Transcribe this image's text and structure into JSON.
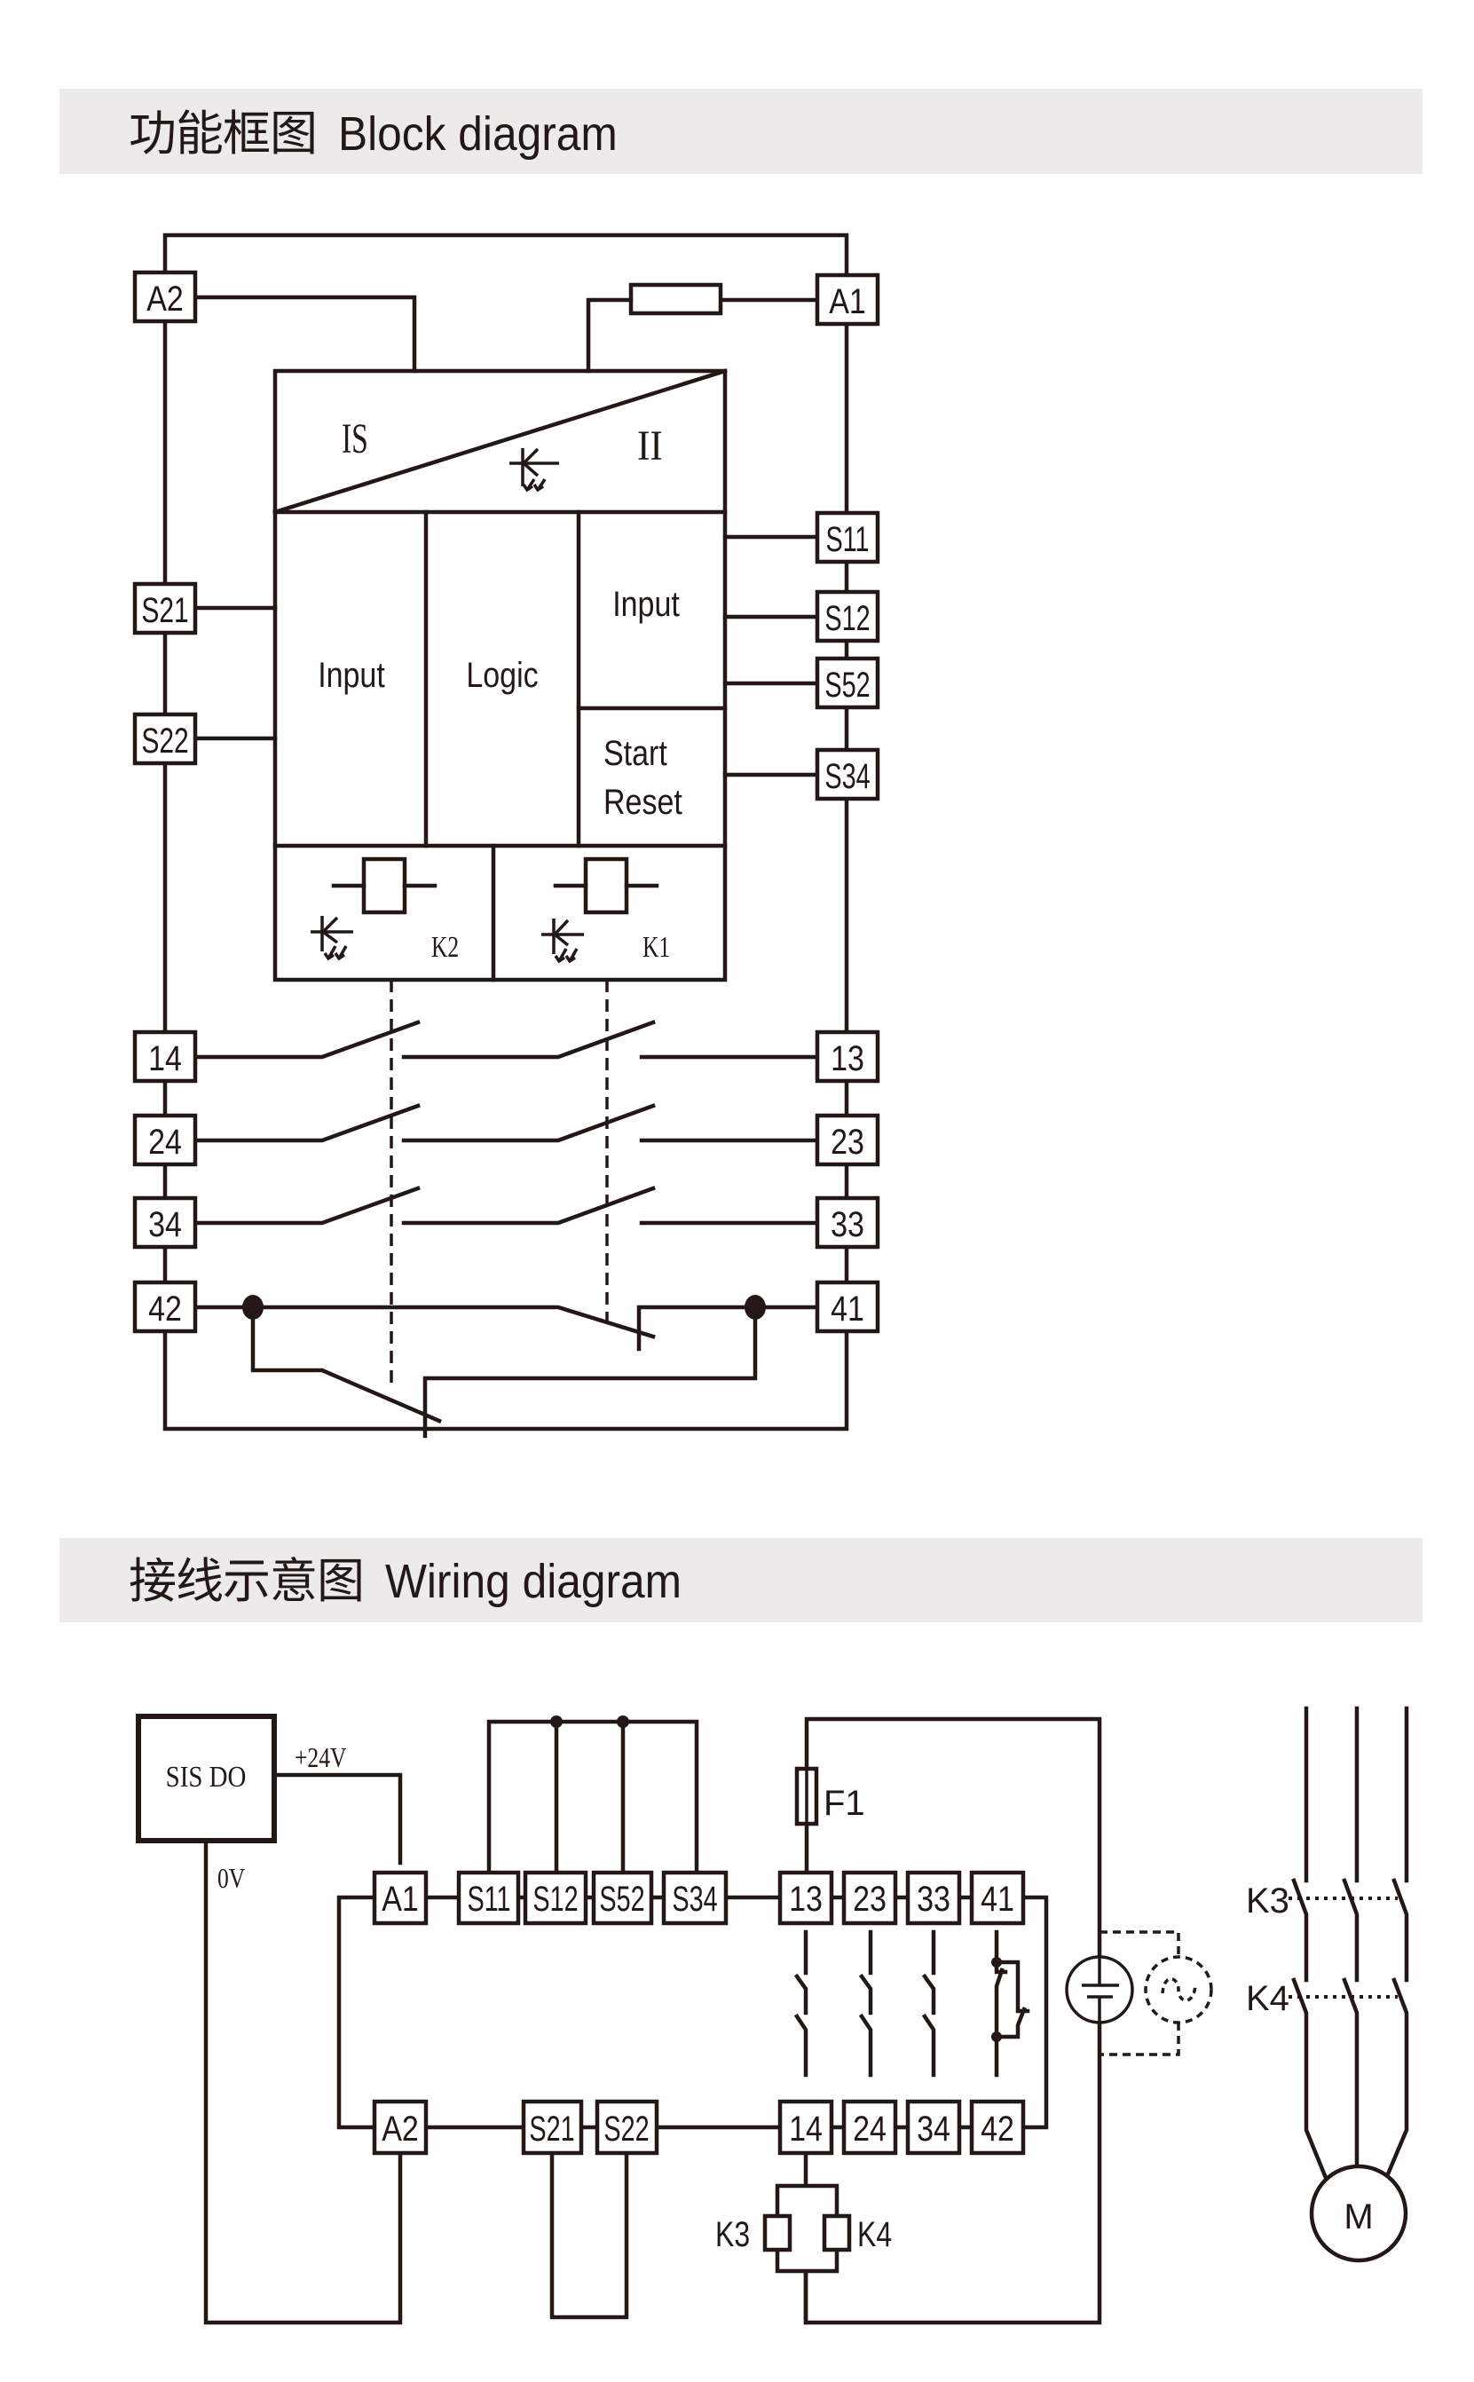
{
  "sections": {
    "block": {
      "title_cn": "功能框图",
      "title_en": "Block diagram"
    },
    "wiring": {
      "title_cn": "接线示意图",
      "title_en": "Wiring diagram"
    }
  },
  "block_diagram": {
    "terminals_left": [
      "A2",
      "S21",
      "S22",
      "14",
      "24",
      "34",
      "42"
    ],
    "terminals_right": [
      "A1",
      "S11",
      "S12",
      "S52",
      "S34",
      "13",
      "23",
      "33",
      "41"
    ],
    "isolation": {
      "left_symbol": "IS",
      "right_symbol": "II"
    },
    "modules": {
      "input_left": "Input",
      "logic": "Logic",
      "input_right": "Input",
      "start_reset_line1": "Start",
      "start_reset_line2": "Reset"
    },
    "relays": [
      "K2",
      "K1"
    ]
  },
  "wiring_diagram": {
    "controller": {
      "label": "SIS DO",
      "plus_label": "+24V",
      "zero_label": "0V"
    },
    "top_row": [
      "A1",
      "S11",
      "S12",
      "S52",
      "S34",
      "13",
      "23",
      "33",
      "41"
    ],
    "bottom_row": [
      "A2",
      "S21",
      "S22",
      "14",
      "24",
      "34",
      "42"
    ],
    "fuse_label": "F1",
    "coils": [
      "K3",
      "K4"
    ],
    "contactors": [
      "K3",
      "K4"
    ],
    "motor_label": "M"
  }
}
